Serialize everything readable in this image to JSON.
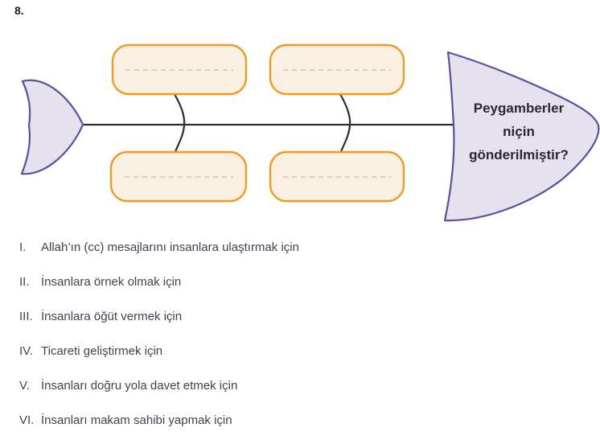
{
  "question": {
    "number": "8.",
    "options": [
      {
        "numeral": "I.",
        "text": "Allah’ın (cc) mesajlarını insanlara ulaştırmak için"
      },
      {
        "numeral": "II.",
        "text": "İnsanlara örnek olmak için"
      },
      {
        "numeral": "III.",
        "text": "İnsanlara öğüt vermek için"
      },
      {
        "numeral": "IV.",
        "text": "Ticareti geliştirmek için"
      },
      {
        "numeral": "V.",
        "text": "İnsanları doğru yola davet etmek için"
      },
      {
        "numeral": "VI.",
        "text": "İnsanları makam sahibi yapmak için"
      }
    ]
  },
  "diagram": {
    "type": "fishbone",
    "head_question": "Peygamberler niçin gönderilmiştir?",
    "empty_cause_boxes": 4,
    "colors": {
      "head_fill": "#e5e1ed",
      "head_border": "#5d4fa0",
      "tail_fill": "#e5e1ed",
      "tail_border": "#5d4fa0",
      "box_fill": "#faf0e2",
      "box_border": "#f09a22",
      "placeholder_dash": "#d2cabf",
      "line": "#2e2e2e"
    }
  }
}
